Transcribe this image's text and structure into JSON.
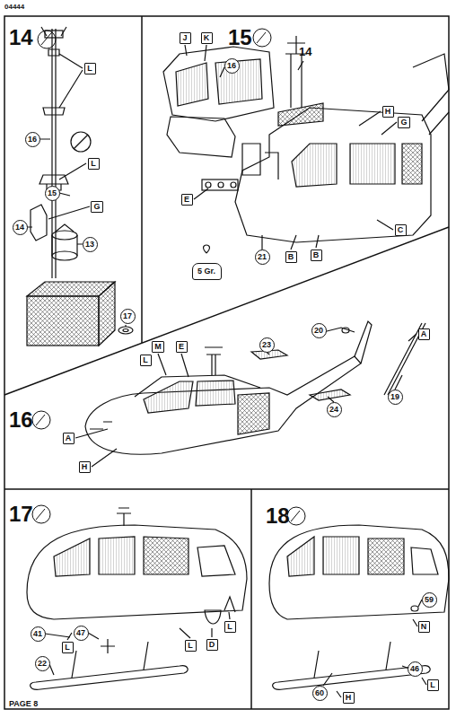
{
  "diagram": {
    "nodes": [
      {
        "text": [
          "L"
        ]
      },
      {
        "text": [
          "16"
        ]
      },
      {
        "text": [
          "L"
        ]
      },
      {
        "text": [
          "15"
        ]
      },
      {
        "text": [
          "G"
        ]
      },
      {
        "text": [
          "14"
        ]
      },
      {
        "text": [
          "13"
        ]
      },
      {
        "text": [
          "17"
        ]
      },
      {
        "text": [
          "J"
        ]
      },
      {
        "text": [
          "K"
        ]
      },
      {
        "text": [
          "16"
        ]
      },
      {
        "text": [
          "H"
        ]
      },
      {
        "text": [
          "G"
        ]
      },
      {
        "text": [
          "E"
        ]
      },
      {
        "text": [
          "5 Gr."
        ]
      },
      {
        "text": [
          "21"
        ]
      },
      {
        "text": [
          "B"
        ]
      },
      {
        "text": [
          "B"
        ]
      },
      {
        "text": [
          "C"
        ]
      },
      {
        "text": [
          "M"
        ]
      },
      {
        "text": [
          "E"
        ]
      },
      {
        "text": [
          "L"
        ]
      },
      {
        "text": [
          "23"
        ]
      },
      {
        "text": [
          "20"
        ]
      },
      {
        "text": [
          "A"
        ]
      },
      {
        "text": [
          "19"
        ]
      },
      {
        "text": [
          "A"
        ]
      },
      {
        "text": [
          "H"
        ]
      },
      {
        "text": [
          "24"
        ]
      },
      {
        "text": [
          "41"
        ]
      },
      {
        "text": [
          "47"
        ]
      },
      {
        "text": [
          "L"
        ]
      },
      {
        "text": [
          "22"
        ]
      },
      {
        "text": [
          "L"
        ]
      },
      {
        "text": [
          "D"
        ]
      },
      {
        "text": [
          "L"
        ]
      },
      {
        "text": [
          "59"
        ]
      },
      {
        "text": [
          "N"
        ]
      },
      {
        "text": [
          "46"
        ]
      },
      {
        "text": [
          "L"
        ]
      },
      {
        "text": [
          "60"
        ]
      },
      {
        "text": [
          "H"
        ]
      }
    ],
    "labels": [
      "04444",
      "14",
      "15",
      "14",
      "16",
      "17",
      "18",
      "PAGE 8"
    ]
  }
}
